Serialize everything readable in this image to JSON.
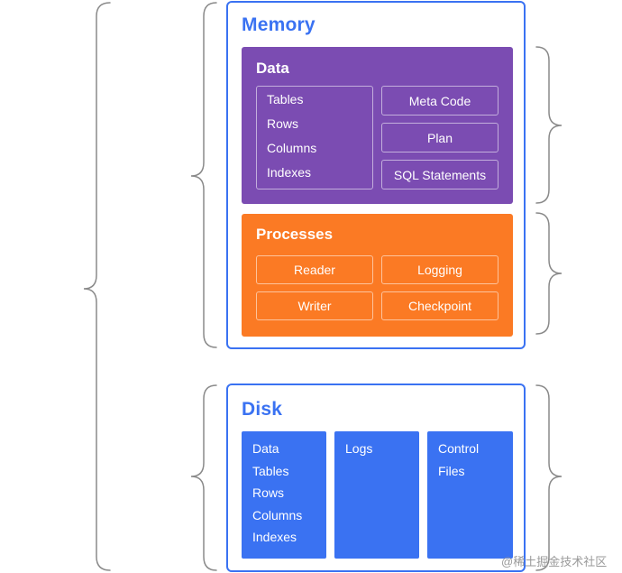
{
  "memory": {
    "title": "Memory",
    "data": {
      "title": "Data",
      "list": [
        "Tables",
        "Rows",
        "Columns",
        "Indexes"
      ],
      "meta_code": "Meta Code",
      "plan": "Plan",
      "sql_statements": "SQL Statements"
    },
    "processes": {
      "title": "Processes",
      "reader": "Reader",
      "logging": "Logging",
      "writer": "Writer",
      "checkpoint": "Checkpoint"
    }
  },
  "disk": {
    "title": "Disk",
    "columns": [
      {
        "lines": [
          "Data",
          "Tables",
          "Rows",
          "Columns",
          "Indexes"
        ]
      },
      {
        "lines": [
          "Logs"
        ]
      },
      {
        "lines": [
          "Control",
          "Files"
        ]
      }
    ]
  },
  "watermark": "@稀土掘金技术社区",
  "colors": {
    "accent_blue": "#3a72f2",
    "data_purple": "#7b4cb2",
    "process_orange": "#fb7a24",
    "brace_gray": "#8a8a8a"
  }
}
